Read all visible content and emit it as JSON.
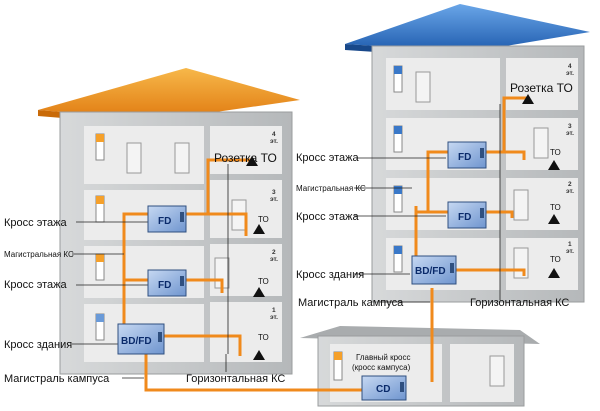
{
  "labels": {
    "kross_etazha": "Кросс этажа",
    "magistralnaya_ks": "Магистральная КС",
    "kross_zdaniya": "Кросс здания",
    "magistral_kampusa": "Магистраль кампуса",
    "gorizontalnaya_ks": "Горизонтальная КС",
    "rozetka_to": "Розетка ТО",
    "glavny_kross_line1": "Главный кросс",
    "glavny_kross_line2": "(кросс кампуса)",
    "to": "ТО",
    "floor_suffix": "эт."
  },
  "boxes": {
    "fd": "FD",
    "bdfd": "BD/FD",
    "cd": "CD"
  },
  "floors": {
    "f1": "1",
    "f2": "2",
    "f3": "3",
    "f4": "4"
  },
  "colors": {
    "cable": "#f08a1c",
    "roof_left": "#f19a1e",
    "roof_right": "#3a78c8",
    "wall": "#bfc2c4",
    "room": "#e8e8e8",
    "box_face": "#8fb2e0"
  }
}
